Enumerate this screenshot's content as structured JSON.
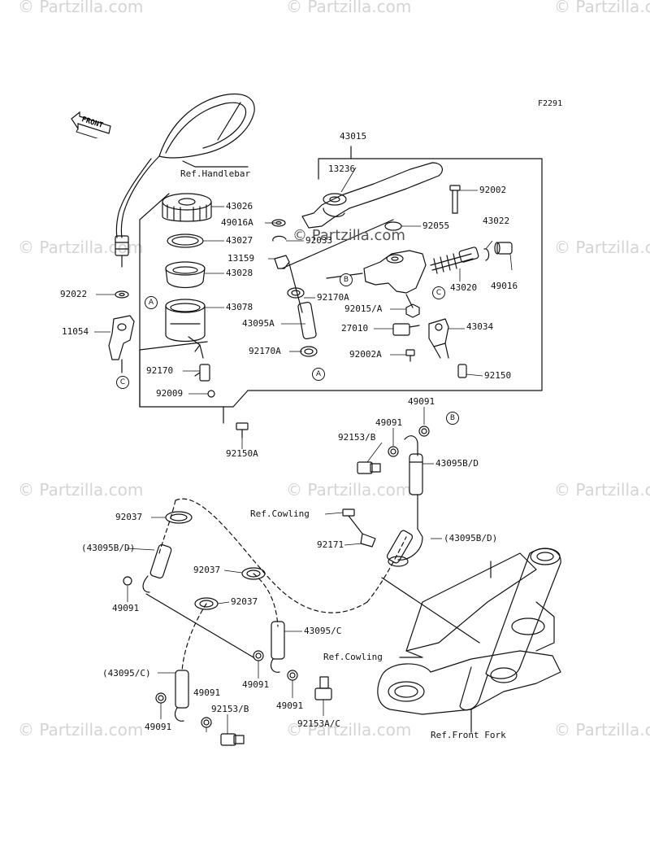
{
  "figure_id": "F2291",
  "watermark": "© Partzilla.com",
  "center_watermark": "© Partzilla.com",
  "front_arrow": "FRONT",
  "labels": {
    "p43015": "43015",
    "p13236": "13236",
    "p92002": "92002",
    "p43026": "43026",
    "p49016A": "49016A",
    "p92055": "92055",
    "p43022": "43022",
    "p43027": "43027",
    "p92033": "92033",
    "p13159": "13159",
    "p43028": "43028",
    "p49016": "49016",
    "p43020": "43020",
    "p92022": "92022",
    "p92170A_1": "92170A",
    "p43078": "43078",
    "p92015A": "92015/A",
    "p43095A": "43095A",
    "p27010": "27010",
    "p43034": "43034",
    "p11054": "11054",
    "p92170A_2": "92170A",
    "p92002A": "92002A",
    "p92170": "92170",
    "p92150": "92150",
    "p92009": "92009",
    "p92150A": "92150A",
    "p49091_a": "49091",
    "p49091_b": "49091",
    "p92153B_a": "92153/B",
    "p43095BD_a": "43095B/D",
    "p92037_a": "92037",
    "p43095BD_b": "(43095B/D)",
    "p92171": "92171",
    "p43095BD_c": "(43095B/D)",
    "p92037_b": "92037",
    "p92037_c": "92037",
    "p49091_c": "49091",
    "p43095C": "43095/C",
    "p43095C_b": "(43095/C)",
    "p49091_d": "49091",
    "p49091_e": "49091",
    "p49091_f": "49091",
    "p49091_g": "49091",
    "p92153B_b": "92153/B",
    "p92153AC": "92153A/C",
    "ref_handlebar": "Ref.Handlebar",
    "ref_cowling_1": "Ref.Cowling",
    "ref_cowling_2": "Ref.Cowling",
    "ref_front_fork": "Ref.Front Fork"
  },
  "callouts": {
    "A": "A",
    "B": "B",
    "C": "C"
  }
}
